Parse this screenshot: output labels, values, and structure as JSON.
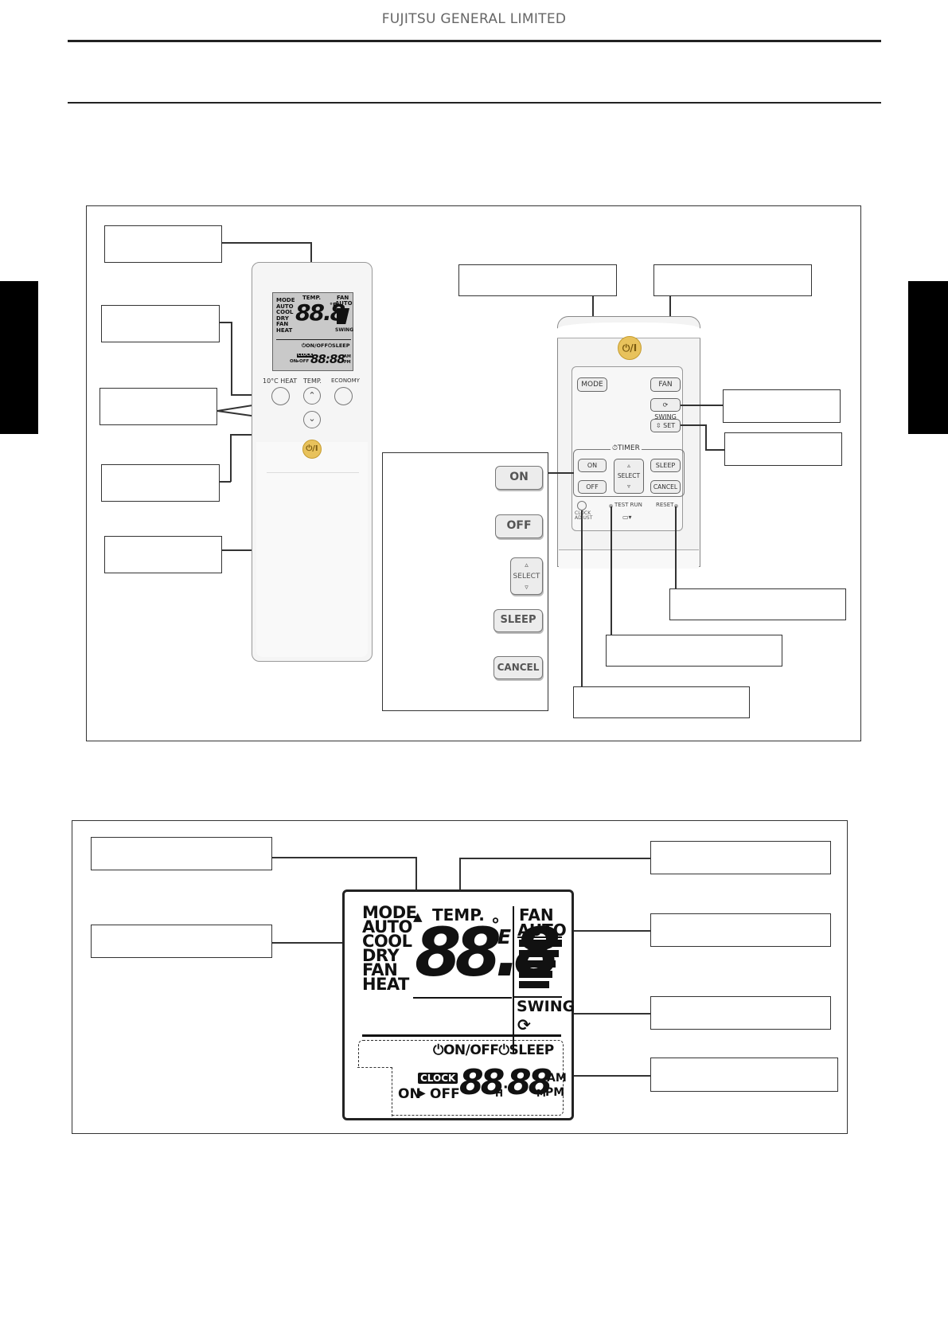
{
  "header": {
    "company": "FUJITSU GENERAL LIMITED"
  },
  "remote": {
    "lcd": {
      "modes": [
        "MODE",
        "AUTO",
        "COOL",
        "DRY",
        "FAN",
        "HEAT"
      ],
      "temp_label": "TEMP.",
      "temp_digits": "88.8",
      "temp_unit": "°E",
      "fan_label": "FAN",
      "fan_auto": "AUTO",
      "swing_label": "SWING",
      "timer_label": "⏻ON/OFF⏻SLEEP",
      "clock_badge": "CLOCK",
      "on_off": "ON▸OFF",
      "time_digits": "88:88",
      "am": "AM",
      "pm": "PM"
    },
    "buttons": {
      "heat": "10°C HEAT",
      "temp": "TEMP.",
      "economy": "ECONOMY",
      "power": "⏻/I"
    }
  },
  "panel": {
    "power": "⏻/I",
    "mode": "MODE",
    "fan": "FAN",
    "swing": "SWING",
    "set": "SET",
    "timer": "⏱TIMER",
    "on": "ON",
    "off": "OFF",
    "select": "SELECT",
    "sleep": "SLEEP",
    "cancel": "CANCEL",
    "clock_adjust_1": "CLOCK",
    "clock_adjust_2": "ADJUST",
    "test_run": "TEST RUN",
    "reset": "RESET"
  },
  "timer_legend": {
    "on": "ON",
    "off": "OFF",
    "select": "SELECT",
    "sleep": "SLEEP",
    "cancel": "CANCEL"
  },
  "display": {
    "mode": "MODE",
    "auto": "AUTO",
    "cool": "COOL",
    "dry": "DRY",
    "fan": "FAN",
    "heat": "HEAT",
    "temp": "TEMP.",
    "digits": "88.8",
    "unit_c": "°",
    "unit_e": "E",
    "fan_label": "FAN",
    "fan_auto": "AUTO",
    "swing": "SWING",
    "timer_line": "⏻ON/OFF⏻SLEEP",
    "clock": "CLOCK",
    "on": "ON",
    "off": "OFF",
    "time": "88",
    "time2": "88",
    "h": "H",
    "m": "M",
    "am": "AM",
    "pm": "PM"
  }
}
